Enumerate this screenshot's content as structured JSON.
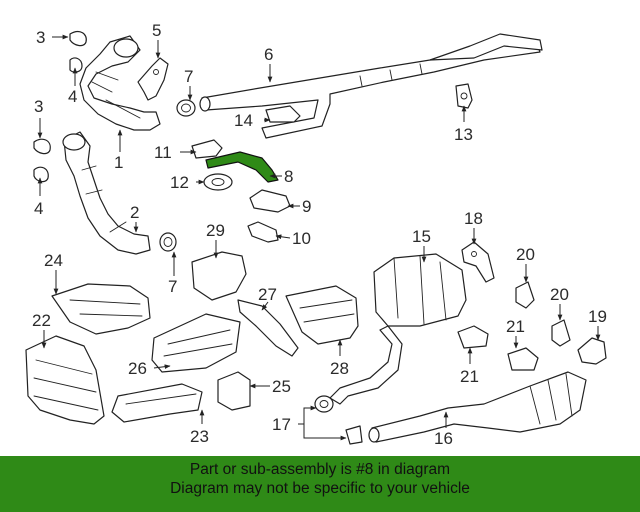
{
  "callouts": [
    "1",
    "2",
    "3",
    "3",
    "4",
    "4",
    "5",
    "6",
    "7",
    "7",
    "8",
    "9",
    "10",
    "11",
    "12",
    "13",
    "14",
    "15",
    "16",
    "17",
    "18",
    "19",
    "20",
    "20",
    "21",
    "21",
    "22",
    "23",
    "24",
    "25",
    "26",
    "27",
    "28",
    "29"
  ],
  "highlighted_part": "8",
  "banner": {
    "line1": "Part or sub-assembly is #8 in diagram",
    "line2": "Diagram may not be specific to your vehicle"
  },
  "colors": {
    "highlight": "#2f8a17",
    "banner_bg": "#2f8a17",
    "line": "#222222"
  }
}
